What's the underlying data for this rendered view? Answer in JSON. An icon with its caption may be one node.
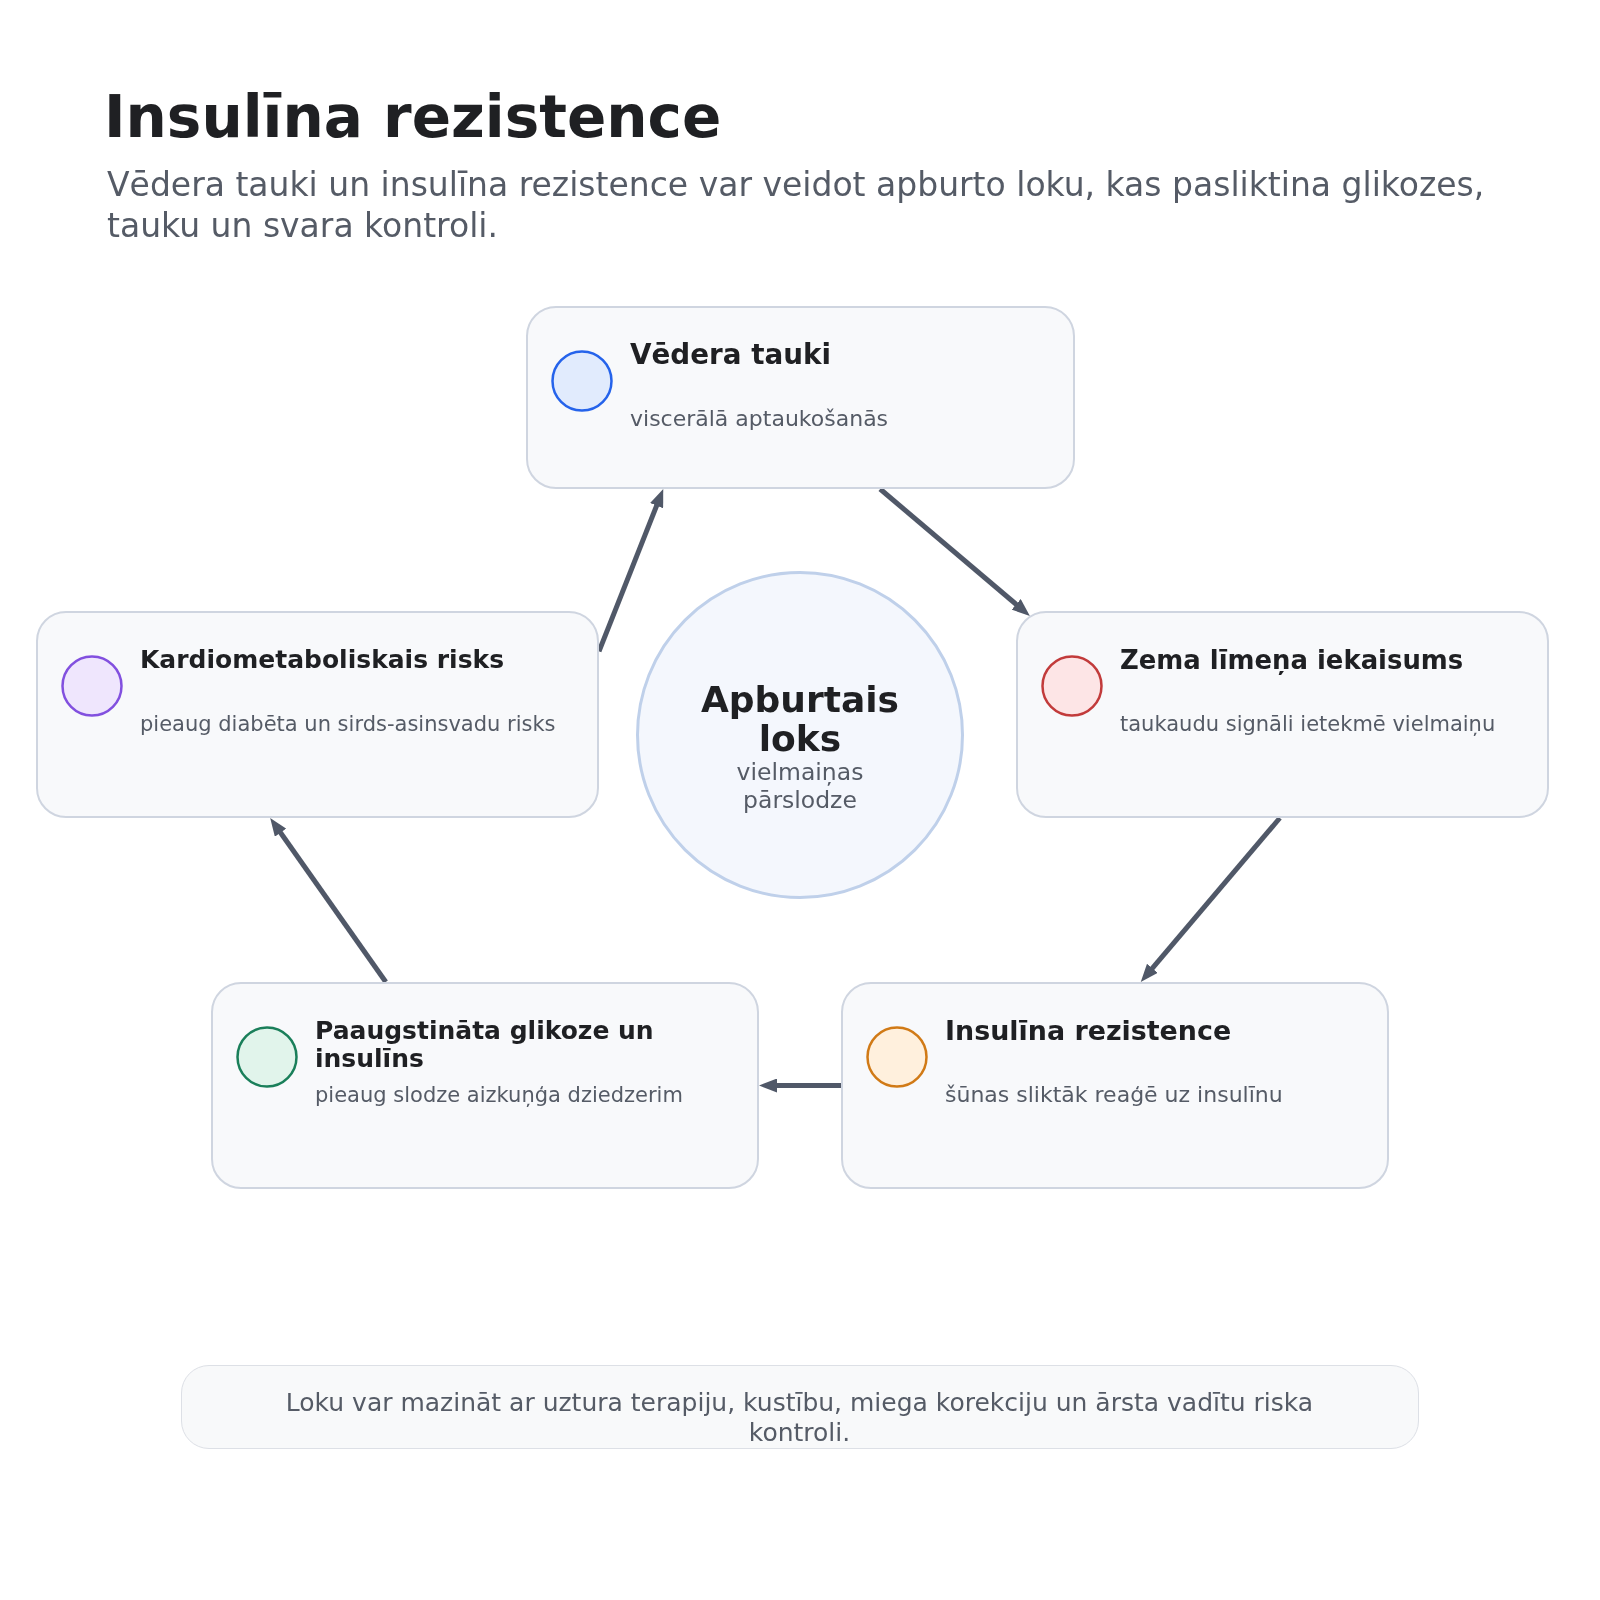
{
  "diagram": {
    "title": "Insulīna rezistence",
    "nodes": [
      {
        "text": [
          "Vēdera tauki",
          "viscerālā aptaukošanās"
        ]
      },
      {
        "text": [
          "Kardiometaboliskais risks",
          "pieaug diabēta un sirds-asinsvadu risks"
        ]
      },
      {
        "text": [
          "Apburtais loks",
          "vielmaiņas pārslodze"
        ]
      },
      {
        "text": [
          "Zema līmeņa iekaisums",
          "taukaudu signāli ietekmē vielmaiņu"
        ]
      },
      {
        "text": [
          "Paaugstināta glikoze un insulīns",
          "pieaug slodze aizkuņģa dziedzerim"
        ]
      },
      {
        "text": [
          "Insulīna rezistence",
          "šūnas sliktāk reaģē uz insulīnu"
        ]
      },
      {
        "text": [
          "Loku var mazināt ar uztura terapiju, kustību, miega korekciju un ārsta vadītu riska kontroli."
        ]
      }
    ],
    "edges": [
      {
        "from": 0,
        "to": 3,
        "arrow": "to"
      },
      {
        "from": 3,
        "to": 5,
        "arrow": "to"
      },
      {
        "from": 5,
        "to": 4,
        "arrow": "to"
      },
      {
        "from": 4,
        "to": 1,
        "arrow": "to"
      },
      {
        "from": 1,
        "to": 0,
        "arrow": "to"
      }
    ],
    "labels": [
      "Vēdera tauki un insulīna rezistence var veidot apburto loku, kas pasliktina glikozes, tauku un svara kontroli."
    ]
  }
}
